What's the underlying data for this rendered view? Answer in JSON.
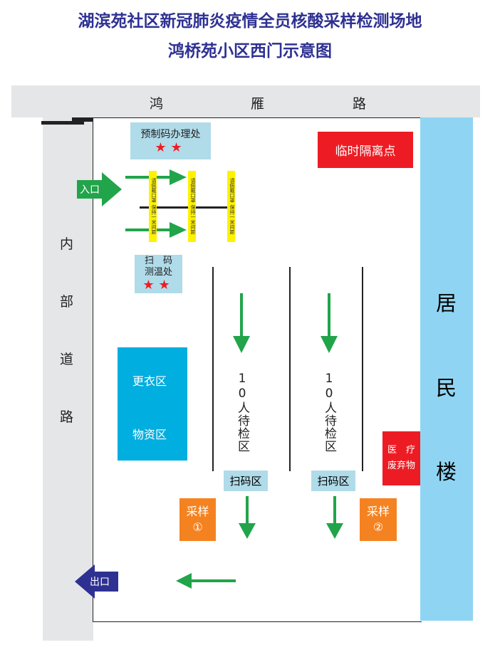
{
  "title": {
    "line1": "湖滨苑社区新冠肺炎疫情全员核酸采样检测场地",
    "line2": "鸿桥苑小区西门示意图"
  },
  "roads": {
    "top": [
      "鸿",
      "雁",
      "路"
    ],
    "left": [
      "内",
      "部",
      "道",
      "路"
    ],
    "right": [
      "居",
      "民",
      "楼"
    ]
  },
  "zones": {
    "precode": {
      "label": "预制码办理处",
      "stars": "★★"
    },
    "isolation": "临时隔离点",
    "entrance": "入口",
    "exit": "出口",
    "posts": "请佩戴口罩 保持一米间距",
    "scan_temp": {
      "line1": "扫　码",
      "line2": "测温处",
      "stars": "★★"
    },
    "waiting": [
      "10人待检区",
      "10人待检区"
    ],
    "changing": "更衣区",
    "supplies": "物资区",
    "medical_waste": {
      "line1": "医　疗",
      "line2": "废弃物"
    },
    "scan": [
      "扫码区",
      "扫码区"
    ],
    "sampling": [
      {
        "label": "采样",
        "num": "①"
      },
      {
        "label": "采样",
        "num": "②"
      }
    ]
  },
  "colors": {
    "title": "#2e3192",
    "green": "#22a44a",
    "red": "#ed1c24",
    "blue": "#00aee0",
    "lightblue": "#b0dbe9",
    "orange": "#f58220",
    "yellow": "#fff200",
    "navy": "#2e3192",
    "building": "#8fd5f3",
    "road": "#e5e6e7"
  }
}
